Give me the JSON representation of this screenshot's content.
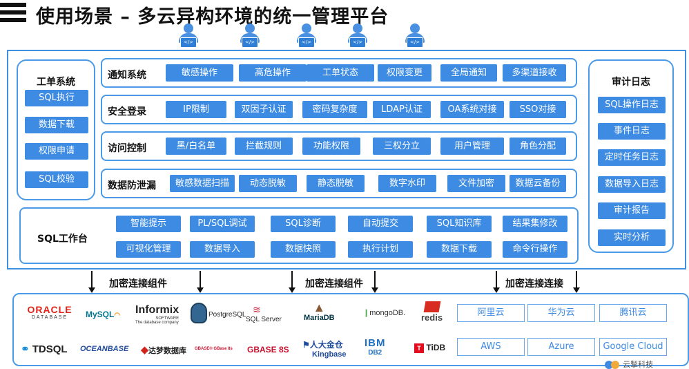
{
  "title": "使用场景 – 多云异构环境的统一管理平台",
  "users": [
    {
      "icon": "user-developer-icon",
      "label": "</>"
    },
    {
      "icon": "user-developer-icon",
      "label": "</>"
    },
    {
      "icon": "user-developer-icon",
      "label": "</>"
    },
    {
      "icon": "user-developer-icon",
      "label": "</>"
    },
    {
      "icon": "user-developer-icon",
      "label": "</>"
    }
  ],
  "workorder": {
    "title": "工单系统",
    "items": [
      "SQL执行",
      "数据下载",
      "权限申请",
      "SQL校验"
    ]
  },
  "audit": {
    "title": "审计日志",
    "items": [
      "SQL操作日志",
      "事件日志",
      "定时任务日志",
      "数据导入日志",
      "审计报告",
      "实时分析"
    ]
  },
  "modules": [
    {
      "label": "通知系统",
      "items": [
        "敏感操作",
        "高危操作",
        "工单状态",
        "权限变更",
        "全局通知",
        "多渠道接收"
      ]
    },
    {
      "label": "安全登录",
      "items": [
        "IP限制",
        "双因子认证",
        "密码复杂度",
        "LDAP认证",
        "OA系统对接",
        "SSO对接"
      ]
    },
    {
      "label": "访问控制",
      "items": [
        "黑/白名单",
        "拦截规则",
        "功能权限",
        "三权分立",
        "用户管理",
        "角色分配"
      ]
    },
    {
      "label": "数据防泄漏",
      "items": [
        "敏感数据扫描",
        "动态脱敏",
        "静态脱敏",
        "数字水印",
        "文件加密",
        "数据云备份"
      ]
    }
  ],
  "workbench": {
    "label": "SQL工作台",
    "row1": [
      "智能提示",
      "PL/SQL调试",
      "SQL诊断",
      "自动提交",
      "SQL知识库",
      "结果集修改"
    ],
    "row2": [
      "可视化管理",
      "数据导入",
      "数据快照",
      "执行计划",
      "数据下载",
      "命令行操作"
    ]
  },
  "connections": [
    "加密连接组件",
    "加密连接组件",
    "加密连接连接"
  ],
  "databases": {
    "oracle": {
      "name": "ORACLE",
      "sub": "DATABASE"
    },
    "mysql": "MySQL",
    "informix": {
      "name": "Informix",
      "sub": "SOFTWARE",
      "tag": "The database company"
    },
    "postgresql": "PostgreSQL",
    "sqlserver": "SQL Server",
    "mariadb": "MariaDB",
    "mongodb": "mongoDB.",
    "redis": "redis",
    "tdsql": "TDSQL",
    "oceanbase": "OCEANBASE",
    "dameng": "达梦数据库",
    "gbase_small": "GBASE® GBase 8s",
    "gbase8s": "GBASE 8S",
    "kingbase": {
      "name": "人大金仓",
      "sub": "Kingbase"
    },
    "ibmdb2": {
      "name": "IBM",
      "sub": "DB2"
    },
    "tidb": "TiDB"
  },
  "clouds": [
    "阿里云",
    "华为云",
    "腾讯云",
    "AWS",
    "Azure",
    "Google Cloud"
  ],
  "corner_text": "云掣科技",
  "colors": {
    "accent": "#3d8be3",
    "border": "#4a9ae8",
    "oracle": "#e2231a",
    "mysql_blue": "#00758f",
    "mysql_orange": "#f29111"
  }
}
